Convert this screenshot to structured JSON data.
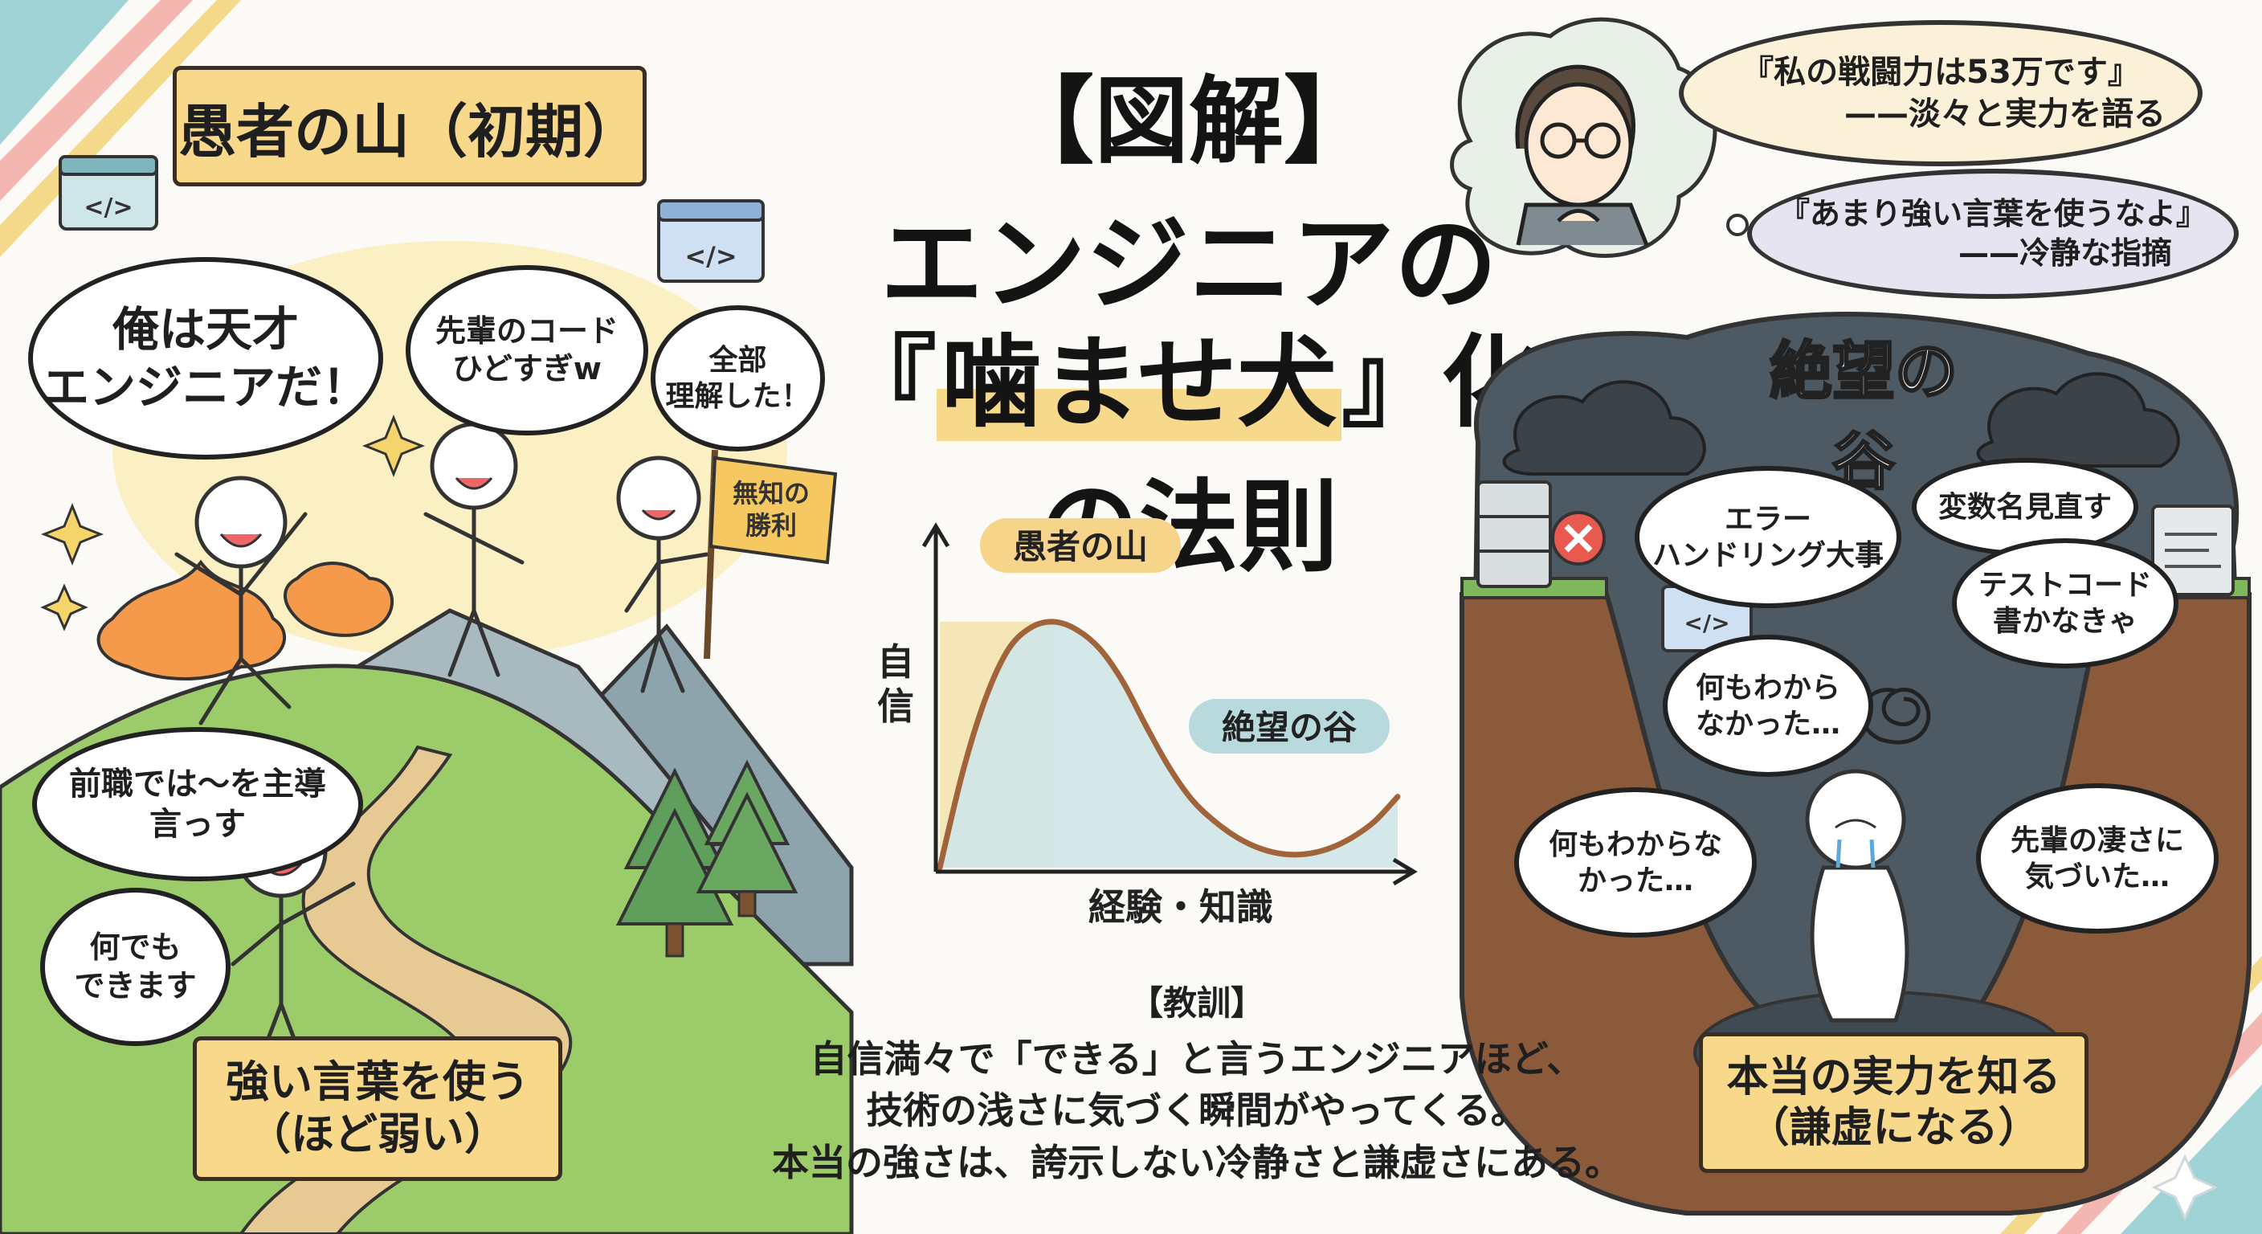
{
  "title": {
    "line1": "【図解】",
    "line2": "エンジニアの",
    "line3_pre": "『",
    "line3_hl": "噛ませ犬",
    "line3_post": "』化の法則"
  },
  "left": {
    "header": "愚者の山（初期）",
    "bubble_genius": [
      "俺は天才",
      "エンジニアだ！"
    ],
    "bubble_senpai_code": [
      "先輩のコード",
      "ひどすぎw"
    ],
    "bubble_understood": [
      "全部",
      "理解した！"
    ],
    "flag": [
      "無知の",
      "勝利"
    ],
    "bubble_prev_job": [
      "前職では〜を主導",
      "言っす"
    ],
    "bubble_anything": [
      "何でも",
      "できます"
    ],
    "footer": [
      "強い言葉を使う",
      "（ほど弱い）"
    ]
  },
  "right_top": {
    "quote1": [
      "『私の戦闘力は53万です』",
      "——淡々と実力を語る"
    ],
    "quote2": [
      "『あまり強い言葉を使うなよ』",
      "——冷静な指摘"
    ]
  },
  "right": {
    "header": "絶望の谷",
    "bubble_error": [
      "エラー",
      "ハンドリング大事"
    ],
    "bubble_vars": [
      "変数名見直す"
    ],
    "bubble_test": [
      "テストコード",
      "書かなきゃ"
    ],
    "bubble_nothing1": [
      "何もわから",
      "なかった…"
    ],
    "bubble_nothing2": [
      "何もわからな",
      "かった…"
    ],
    "bubble_senpai": [
      "先輩の凄さに",
      "気づいた…"
    ],
    "footer": [
      "本当の実力を知る",
      "（謙虚になる）"
    ]
  },
  "code_icon": "</>",
  "chart_data": {
    "type": "line",
    "ylabel": "自信",
    "xlabel": "経験・知識",
    "annotations": [
      {
        "text": "愚者の山",
        "at": "peak"
      },
      {
        "text": "絶望の谷",
        "at": "valley"
      }
    ],
    "series": [
      {
        "x": [
          0,
          0.05,
          0.1,
          0.15,
          0.2,
          0.25,
          0.3,
          0.35,
          0.4,
          0.45,
          0.5,
          0.55,
          0.6,
          0.65,
          0.7,
          0.75,
          0.8,
          0.85,
          0.9,
          0.95,
          1.0
        ],
        "y": [
          0.0,
          0.35,
          0.62,
          0.8,
          0.88,
          0.9,
          0.87,
          0.8,
          0.68,
          0.52,
          0.37,
          0.25,
          0.17,
          0.11,
          0.07,
          0.05,
          0.05,
          0.07,
          0.11,
          0.17,
          0.26
        ]
      }
    ],
    "colors": {
      "line": "#a0633a",
      "fill_left": "#f5e6b8",
      "fill_right": "#cfe6e8"
    }
  },
  "lesson": {
    "heading": "【教訓】",
    "lines": [
      "自信満々で「できる」と言うエンジニアほど、",
      "技術の浅さに気づく瞬間がやってくる。",
      "本当の強さは、誇示しない冷静さと謙虚さにある。"
    ]
  }
}
